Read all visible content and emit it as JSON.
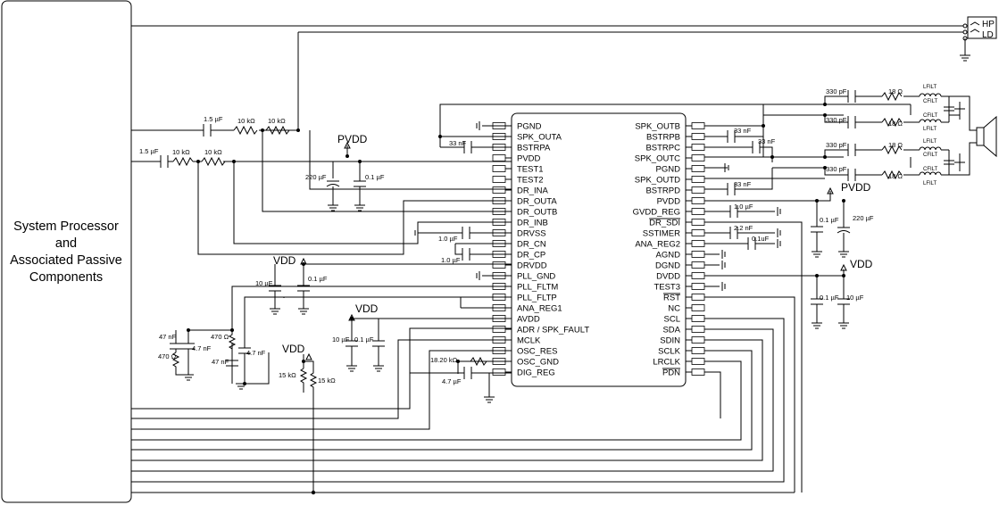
{
  "processor": {
    "line1": "System Processor",
    "line2": "and",
    "line3": "Associated Passive",
    "line4": "Components"
  },
  "jack": {
    "hp": "HP",
    "ld": "LD"
  },
  "rails": {
    "pvdd": "PVDD",
    "vdd": "VDD"
  },
  "pins_left": [
    "PGND",
    "SPK_OUTA",
    "BSTRPA",
    "PVDD",
    "TEST1",
    "TEST2",
    "DR_INA",
    "DR_OUTA",
    "DR_OUTB",
    "DR_INB",
    "DRVSS",
    "DR_CN",
    "DR_CP",
    "DRVDD",
    "PLL_GND",
    "PLL_FLTM",
    "PLL_FLTP",
    "ANA_REG1",
    "AVDD",
    "ADR / SPK_FAULT",
    "MCLK",
    "OSC_RES",
    "OSC_GND",
    "DIG_REG"
  ],
  "pins_right": [
    "SPK_OUTB",
    "BSTRPB",
    "BSTRPC",
    "SPK_OUTC",
    "PGND",
    "SPK_OUTD",
    "BSTRPD",
    "PVDD",
    "GVDD_REG",
    "DR_SDI",
    "SSTIMER",
    "ANA_REG2",
    "AGND",
    "DGND",
    "DVDD",
    "TEST3",
    "RST",
    "NC",
    "SCL",
    "SDA",
    "SDIN",
    "SCLK",
    "LRCLK",
    "PDN"
  ],
  "components": {
    "c_1p5": "1.5 µF",
    "r_10k": "10 kΩ",
    "c_33n": "33 nF",
    "c_220u": "220 µF",
    "c_0p1u": "0.1 µF",
    "c_1p0u": "1.0 µF",
    "c_10u": "10 µF",
    "c_47n": "47 nF",
    "c_4p7n": "4.7 nF",
    "r_470": "470 Ω",
    "r_15k": "15 kΩ",
    "r_18p20k": "18.20 kΩ",
    "c_4p7u": "4.7 µF",
    "c_2p2n": "2.2 nF",
    "c_0p1u_b": "0.1uF",
    "c_1p0u_b": "1.0 µF",
    "c_330p": "330 pF",
    "r_18": "18 Ω",
    "l_filt": "LFILT",
    "c_filt": "CFILT"
  }
}
